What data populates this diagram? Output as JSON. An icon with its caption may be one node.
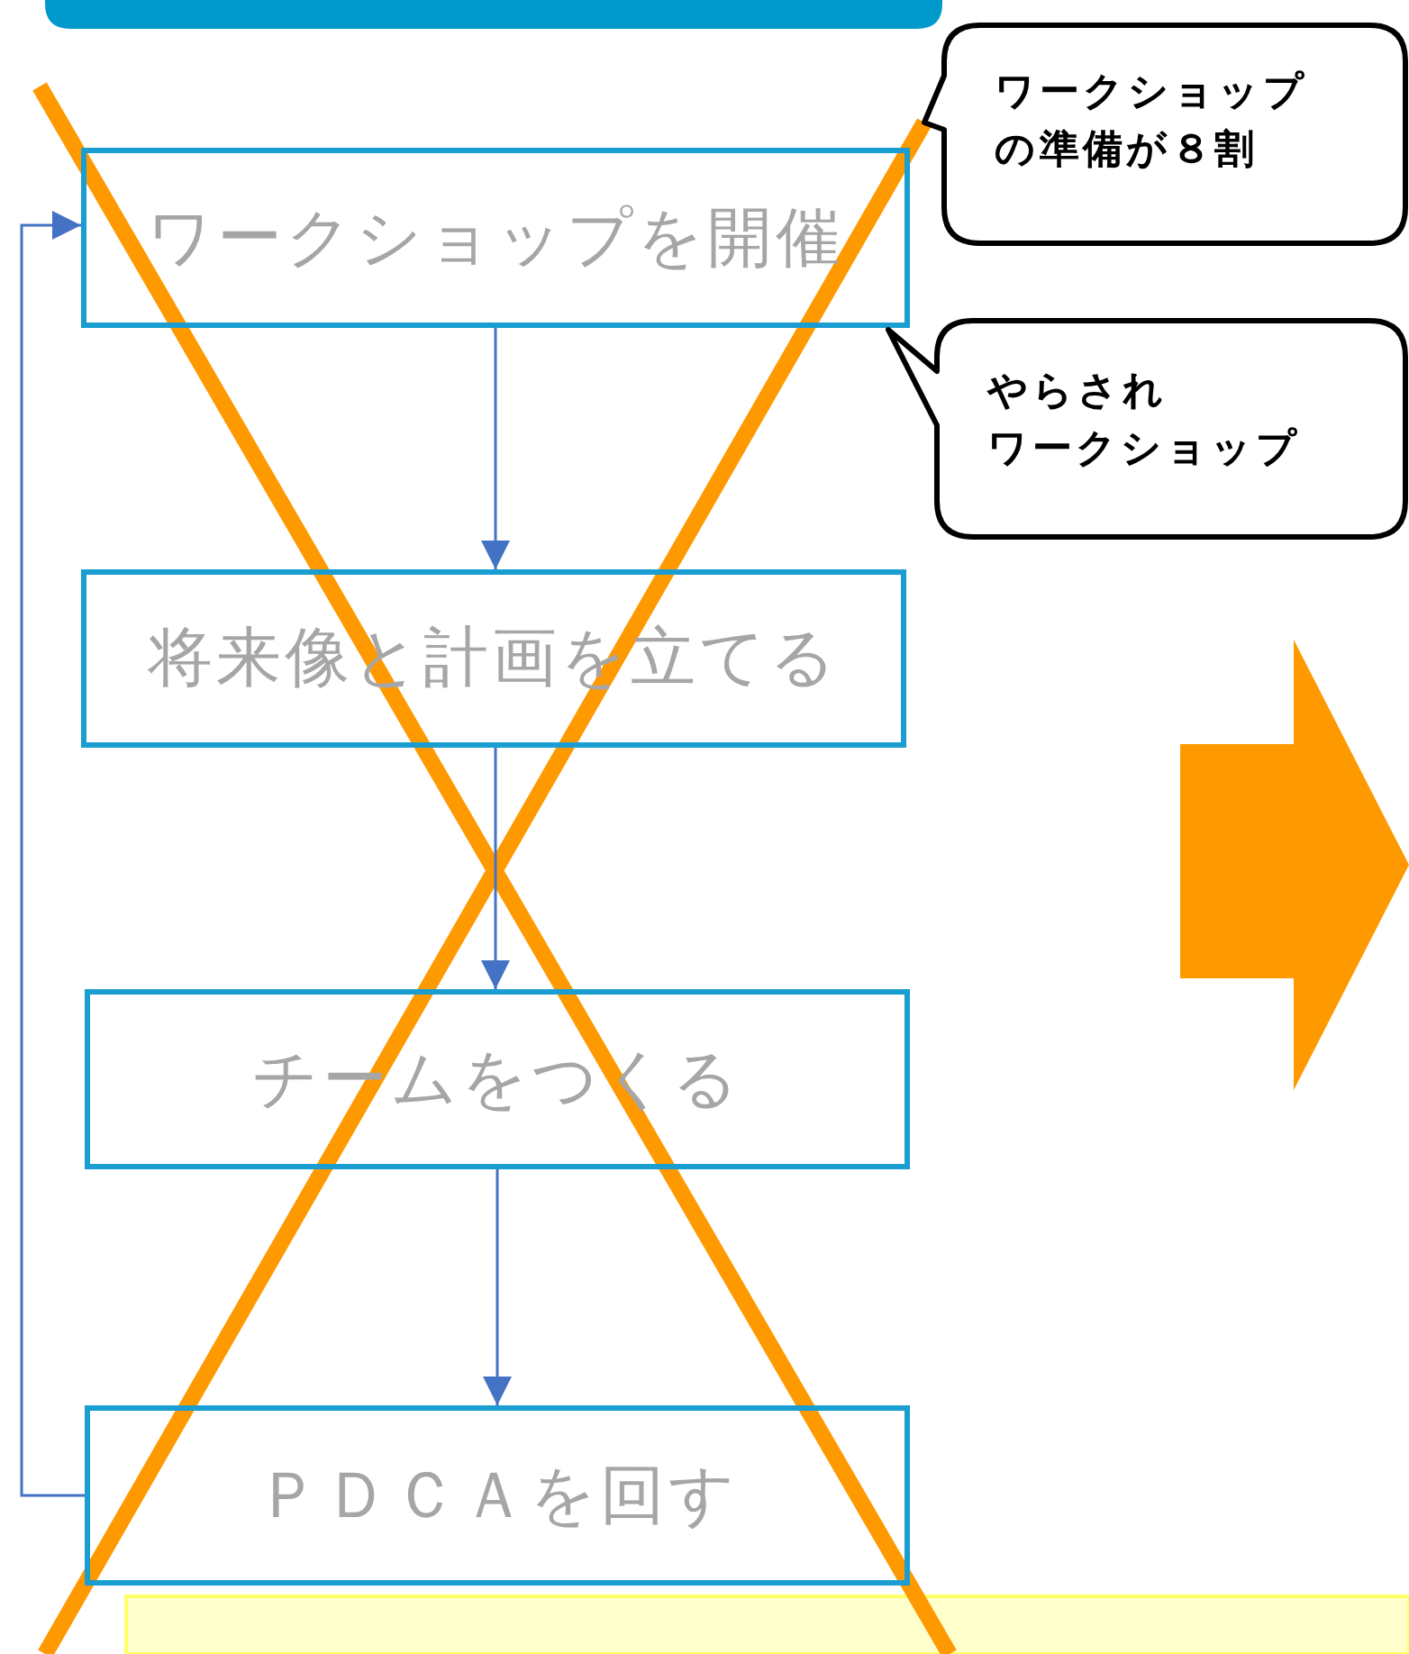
{
  "diagram": {
    "nodes": [
      {
        "text": [
          "ワークショップを開催"
        ]
      },
      {
        "text": [
          "将来像と計画を立てる"
        ]
      },
      {
        "text": [
          "チームをつくる"
        ]
      },
      {
        "text": [
          "ＰＤＣＡを回す"
        ]
      },
      {
        "text": [
          "ワークショップの準備が８割"
        ]
      },
      {
        "text": [
          "やらされワークショップ"
        ]
      },
      {
        "text": [],
        "shape": "arrow"
      }
    ],
    "edges": [
      {
        "from": 0,
        "to": 1,
        "arrow": "to"
      },
      {
        "from": 1,
        "to": 2,
        "arrow": "to"
      },
      {
        "from": 2,
        "to": 3,
        "arrow": "to"
      },
      {
        "from": 3,
        "to": 0,
        "arrow": "to"
      }
    ]
  }
}
